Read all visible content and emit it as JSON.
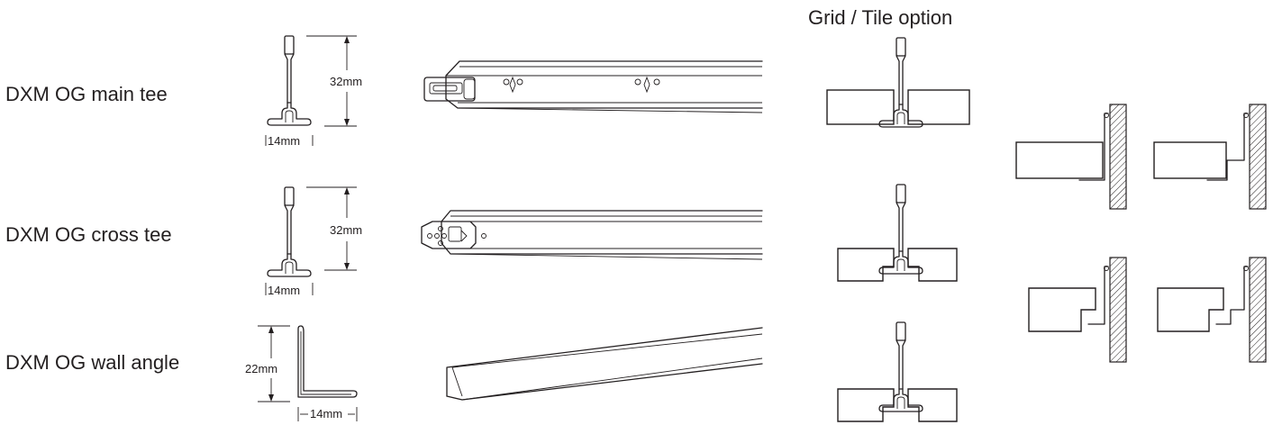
{
  "labels": {
    "main_tee": "DXM OG main tee",
    "cross_tee": "DXM OG cross tee",
    "wall_angle": "DXM OG wall angle",
    "grid_tile_option": "Grid / Tile option"
  },
  "dimensions": {
    "main_tee_height": "32mm",
    "main_tee_width": "14mm",
    "cross_tee_height": "32mm",
    "cross_tee_width": "14mm",
    "wall_angle_height": "22mm",
    "wall_angle_width": "14mm"
  },
  "colors": {
    "line": "#231f20",
    "background": "#ffffff"
  }
}
